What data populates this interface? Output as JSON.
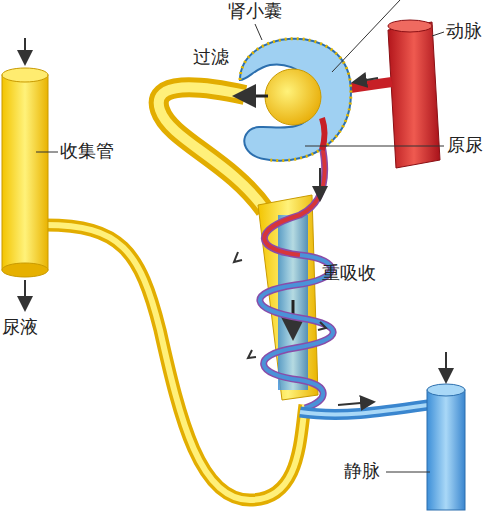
{
  "diagram": {
    "labels": [
      "肾小囊",
      "过滤",
      "动脉",
      "收集管",
      "原尿",
      "重吸收",
      "尿液",
      "静脉"
    ]
  }
}
